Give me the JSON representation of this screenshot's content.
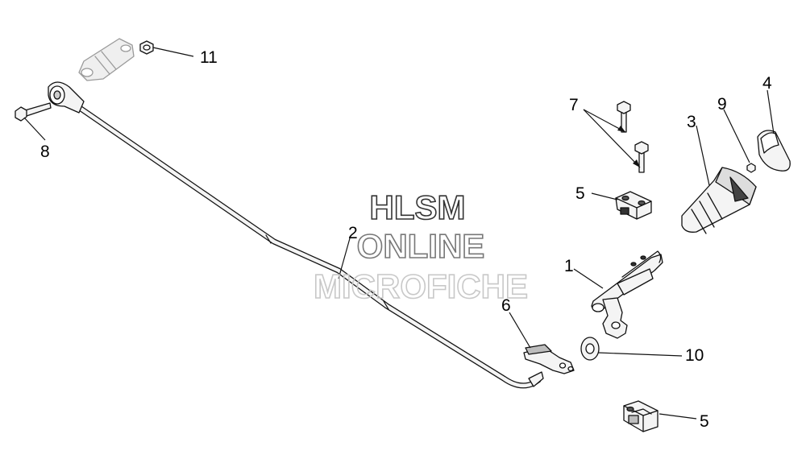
{
  "watermark": {
    "line1": "HLSM",
    "line2": "ONLINE",
    "line3": "MICROFICHE"
  },
  "callouts": {
    "c1": "1",
    "c2": "2",
    "c3": "3",
    "c4": "4",
    "c5a": "5",
    "c5b": "5",
    "c6": "6",
    "c7": "7",
    "c8": "8",
    "c9": "9",
    "c10": "10",
    "c11": "11"
  },
  "colors": {
    "line": "#111111",
    "part_fill": "#f4f4f4",
    "shade": "#bdbdbd",
    "watermark_stroke": "#333333",
    "watermark_faint": "#c8c8c8"
  }
}
